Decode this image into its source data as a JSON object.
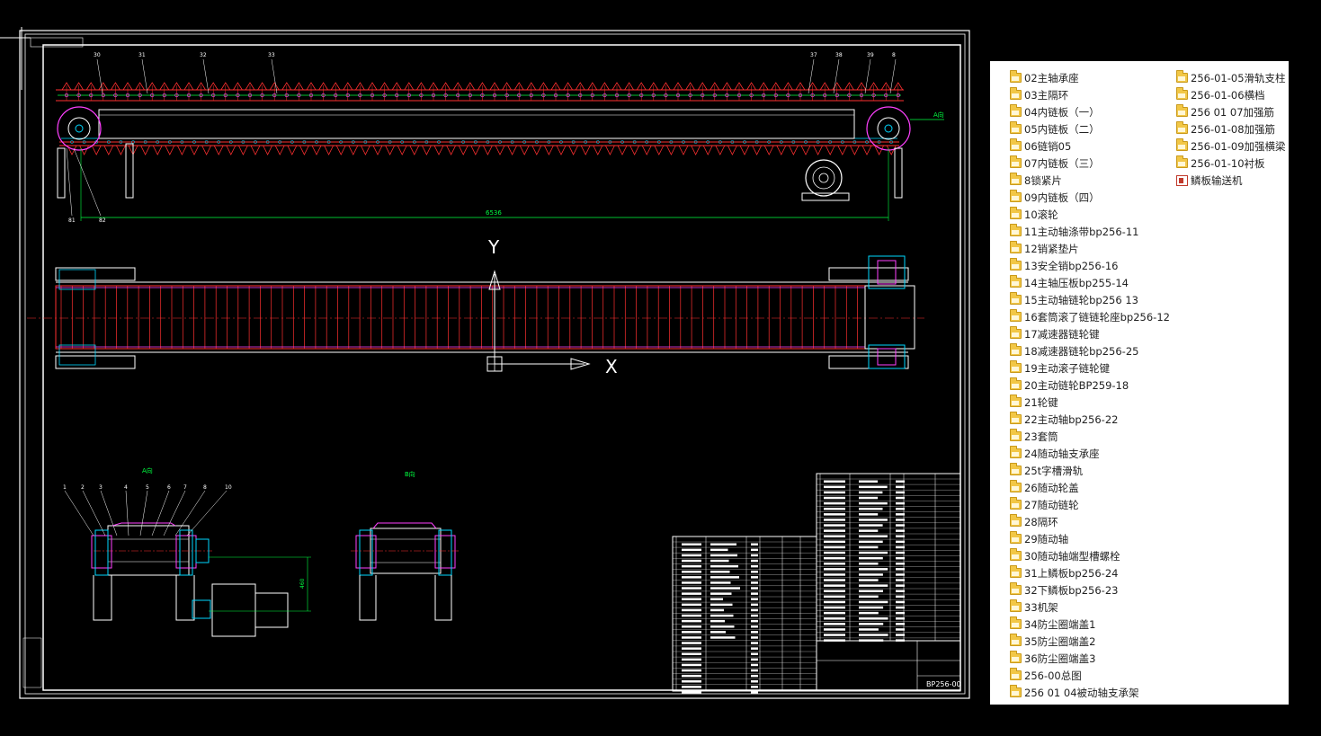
{
  "drawing": {
    "title_block_code": "BP256-00",
    "view_a_label": "A向",
    "view_b_label": "B向",
    "side_view_arrow_label": "A向",
    "axis_y": "Y",
    "axis_x": "X",
    "dimension_main": "6536",
    "dimension_secondary": "460",
    "top_callouts": [
      "30",
      "31",
      "32",
      "33",
      "37",
      "38",
      "39",
      "8"
    ],
    "left_callouts": [
      "1",
      "2",
      "3",
      "4",
      "5",
      "6",
      "7",
      "8",
      "10"
    ],
    "colors": {
      "background": "#000000",
      "frame": "#ffffff",
      "chain": "#ff3030",
      "links": "#ff40ff",
      "guides": "#00ff40",
      "shafts": "#00d8ff",
      "structure": "#ffffff"
    }
  },
  "file_browser": {
    "column_1": [
      {
        "icon": "folder-icon",
        "label": "02主轴承座"
      },
      {
        "icon": "folder-icon",
        "label": "03主隔环"
      },
      {
        "icon": "folder-icon",
        "label": "04内链板（一）"
      },
      {
        "icon": "folder-icon",
        "label": "05内链板（二）"
      },
      {
        "icon": "folder-icon",
        "label": "06链销05"
      },
      {
        "icon": "folder-icon",
        "label": "07内链板（三）"
      },
      {
        "icon": "folder-icon",
        "label": "8锁紧片"
      },
      {
        "icon": "folder-icon",
        "label": "09内链板（四）"
      },
      {
        "icon": "folder-icon",
        "label": "10滚轮"
      },
      {
        "icon": "folder-icon",
        "label": "11主动轴涤带bp256-11"
      },
      {
        "icon": "folder-icon",
        "label": "12销紧垫片"
      },
      {
        "icon": "folder-icon",
        "label": "13安全销bp256-16"
      },
      {
        "icon": "folder-icon",
        "label": "14主轴压板bp255-14"
      },
      {
        "icon": "folder-icon",
        "label": "15主动轴链轮bp256 13"
      },
      {
        "icon": "folder-icon",
        "label": "16套筒滚了链链轮座bp256-12"
      },
      {
        "icon": "folder-icon",
        "label": "17减速器链轮键"
      },
      {
        "icon": "folder-icon",
        "label": "18减速器链轮bp256-25"
      },
      {
        "icon": "folder-icon",
        "label": "19主动滚子链轮键"
      },
      {
        "icon": "folder-icon",
        "label": "20主动链轮BP259-18"
      },
      {
        "icon": "folder-icon",
        "label": "21轮键"
      },
      {
        "icon": "folder-icon",
        "label": "22主动轴bp256-22"
      },
      {
        "icon": "folder-icon",
        "label": "23套筒"
      },
      {
        "icon": "folder-icon",
        "label": "24随动轴支承座"
      },
      {
        "icon": "folder-icon",
        "label": "25t字槽滑轨"
      },
      {
        "icon": "folder-icon",
        "label": "26随动轮盖"
      },
      {
        "icon": "folder-icon",
        "label": "27随动链轮"
      },
      {
        "icon": "folder-icon",
        "label": "28隔环"
      },
      {
        "icon": "folder-icon",
        "label": "29随动轴"
      },
      {
        "icon": "folder-icon",
        "label": "30随动轴端型槽螺栓"
      },
      {
        "icon": "folder-icon",
        "label": "31上鳞板bp256-24"
      },
      {
        "icon": "folder-icon",
        "label": "32下鳞板bp256-23"
      },
      {
        "icon": "folder-icon",
        "label": "33机架"
      },
      {
        "icon": "folder-icon",
        "label": "34防尘圈端盖1"
      },
      {
        "icon": "folder-icon",
        "label": "35防尘圈端盖2"
      },
      {
        "icon": "folder-icon",
        "label": "36防尘圈端盖3"
      },
      {
        "icon": "folder-icon",
        "label": "256-00总图"
      },
      {
        "icon": "folder-icon",
        "label": "256 01 04被动轴支承架"
      }
    ],
    "column_2": [
      {
        "icon": "folder-icon",
        "label": "256-01-05滑轨支柱"
      },
      {
        "icon": "folder-icon",
        "label": "256-01-06横档"
      },
      {
        "icon": "folder-icon",
        "label": "256 01 07加强筋"
      },
      {
        "icon": "folder-icon",
        "label": "256-01-08加强筋"
      },
      {
        "icon": "folder-icon",
        "label": "256-01-09加强横梁"
      },
      {
        "icon": "folder-icon",
        "label": "256-01-10衬板"
      },
      {
        "icon": "document-icon",
        "label": "鳞板输送机"
      }
    ]
  }
}
